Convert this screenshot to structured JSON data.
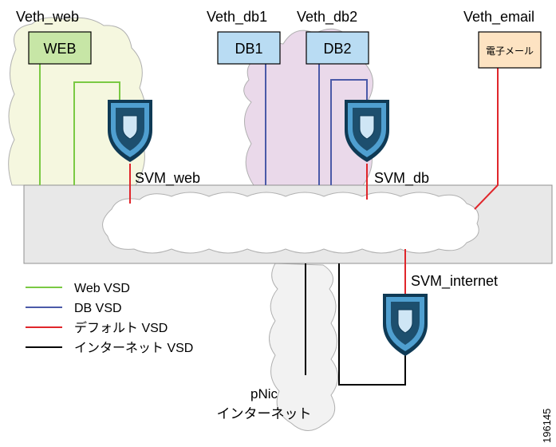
{
  "colors": {
    "web": "#7ac943",
    "db": "#4b5aa8",
    "default": "#e0262b",
    "internet": "#000000",
    "web_cloud_fill": "#f5f7df",
    "db_cloud_fill": "#ead9ea",
    "switch_bar_fill": "#e8e8e8",
    "web_box_fill": "#c7e6a6",
    "db_box_fill": "#b9dcf3",
    "email_box_fill": "#fde3c2",
    "shield_dark": "#1d4f6e",
    "shield_light": "#4f9fd0"
  },
  "vnics": {
    "web": {
      "label": "Veth_web",
      "box": "WEB"
    },
    "db1": {
      "label": "Veth_db1",
      "box": "DB1"
    },
    "db2": {
      "label": "Veth_db2",
      "box": "DB2"
    },
    "email": {
      "label": "Veth_email",
      "box": "電子メール"
    }
  },
  "svms": {
    "web": "SVM_web",
    "db": "SVM_db",
    "internet": "SVM_internet"
  },
  "legend": [
    {
      "key": "web",
      "label": "Web VSD"
    },
    {
      "key": "db",
      "label": "DB VSD"
    },
    {
      "key": "default",
      "label": "デフォルト VSD"
    },
    {
      "key": "internet",
      "label": "インターネット VSD"
    }
  ],
  "pnic": {
    "label": "pNic",
    "sublabel": "インターネット"
  },
  "figure_id": "196145"
}
